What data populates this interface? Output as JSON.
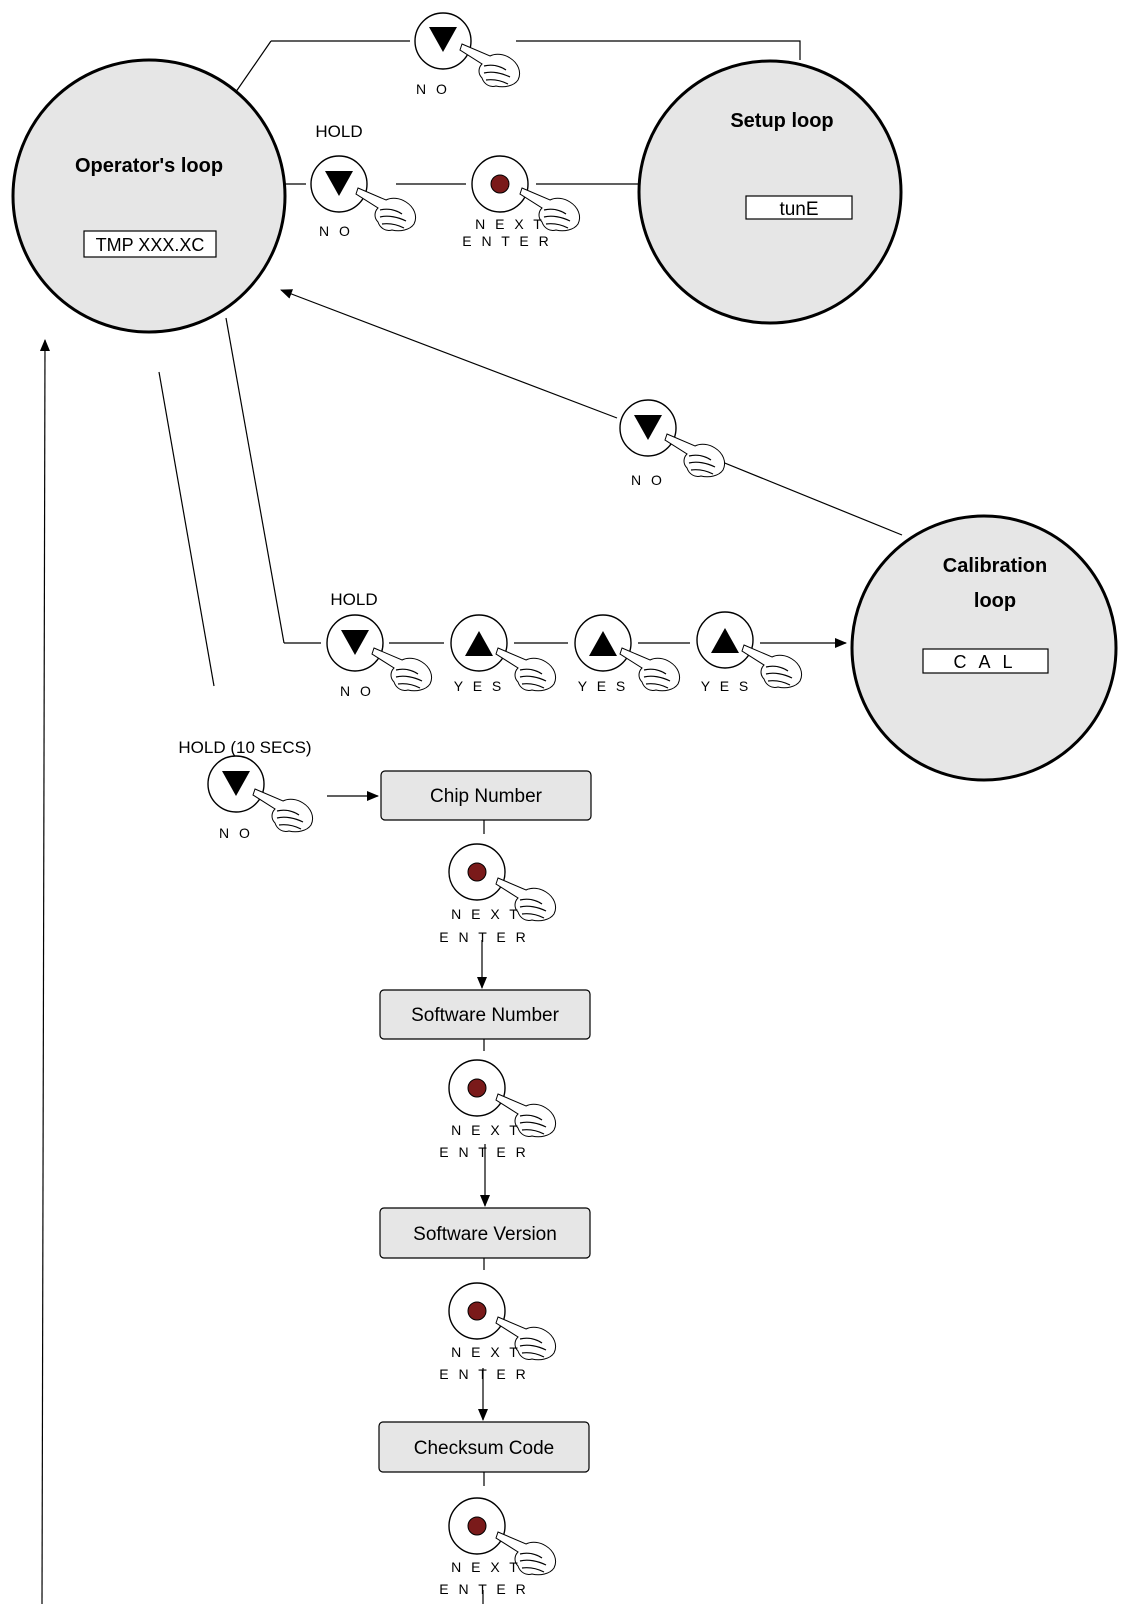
{
  "loops": {
    "operator": {
      "title": "Operator's loop",
      "display": "TMP XXX.XC"
    },
    "setup": {
      "title": "Setup loop",
      "display": "tunE"
    },
    "calibration": {
      "title_line1": "Calibration",
      "title_line2": "loop",
      "display": "C A L"
    }
  },
  "labels": {
    "hold": "HOLD",
    "hold_10": "HOLD (10 SECS)",
    "no": "N O",
    "yes": "Y E S",
    "next": "N E X T",
    "enter": "E N T E R"
  },
  "boxes": {
    "chip": "Chip Number",
    "software_number": "Software Number",
    "software_version": "Software Version",
    "checksum": "Checksum Code"
  },
  "colors": {
    "loop_fill": "#e6e6e6",
    "enter_dot": "#7a1a1a"
  },
  "icons": {
    "down": "down-arrow-button-icon",
    "up": "up-arrow-button-icon",
    "enter": "enter-dot-button-icon",
    "hand": "pointing-hand-icon"
  }
}
